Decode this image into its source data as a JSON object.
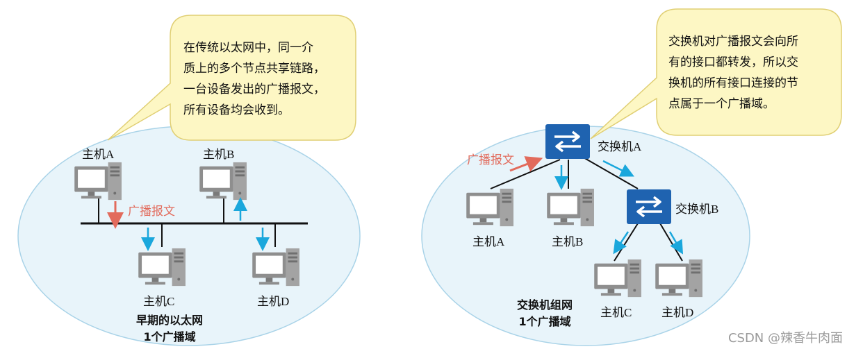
{
  "left_panel": {
    "bubble_lines": [
      "在传统以太网中，同一介",
      "质上的多个节点共享链路，",
      "一台设备发出的广播报文，",
      "所有设备均会收到。"
    ],
    "hosts": [
      {
        "prefix": "主机",
        "suffix": "A"
      },
      {
        "prefix": "主机",
        "suffix": "B"
      },
      {
        "prefix": "主机",
        "suffix": "C"
      },
      {
        "prefix": "主机",
        "suffix": "D"
      }
    ],
    "broadcast_label": "广播报文",
    "caption_line1": "早期的以太网",
    "caption_line2": "1个广播域"
  },
  "right_panel": {
    "bubble_lines": [
      "交换机对广播报文会向所",
      "有的接口都转发，所以交",
      "换机的所有接口连接的节",
      "点属于一个广播域。"
    ],
    "switches": [
      {
        "prefix": "交换机",
        "suffix": "A"
      },
      {
        "prefix": "交换机",
        "suffix": "B"
      }
    ],
    "hosts": [
      {
        "prefix": "主机",
        "suffix": "A"
      },
      {
        "prefix": "主机",
        "suffix": "B"
      },
      {
        "prefix": "主机",
        "suffix": "C"
      },
      {
        "prefix": "主机",
        "suffix": "D"
      }
    ],
    "broadcast_label": "广播报文",
    "caption_line1": "交换机组网",
    "caption_line2": "1个广播域"
  },
  "watermark": "CSDN @辣香牛肉面",
  "colors": {
    "domain_fill": "#e8f4fa",
    "domain_stroke": "#a9d3e8",
    "bubble_fill": "#fdf7c4",
    "bubble_stroke": "#e0cf74",
    "broadcast_arrow": "#e26b5c",
    "forward_arrow": "#1aa7dc",
    "switch_blue": "#1f63b0",
    "computer_gray": "#8c8c8c"
  }
}
